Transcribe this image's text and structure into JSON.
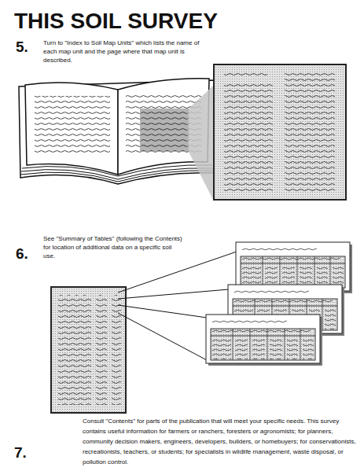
{
  "diagram": {
    "title": "THIS SOIL SURVEY",
    "labels": [
      "5.",
      "Turn to \"Index to Soil Map Units\" which lists the name of each map unit and the page where that map unit is described.",
      "6.",
      "See \"Summary of Tables\" (following the Contents) for location of additional data on a specific soil use.",
      "7.",
      "Consult \"Contents\" for parts of the publication that will meet your specific needs. This survey contains useful information for farmers or ranchers, foresters or agronomists; for planners, community decision makers, engineers, developers, builders, or homebuyers; for conservationists, recreationists, teachers, or students; for specialists in wildlife management, waste disposal, or pollution control."
    ]
  }
}
